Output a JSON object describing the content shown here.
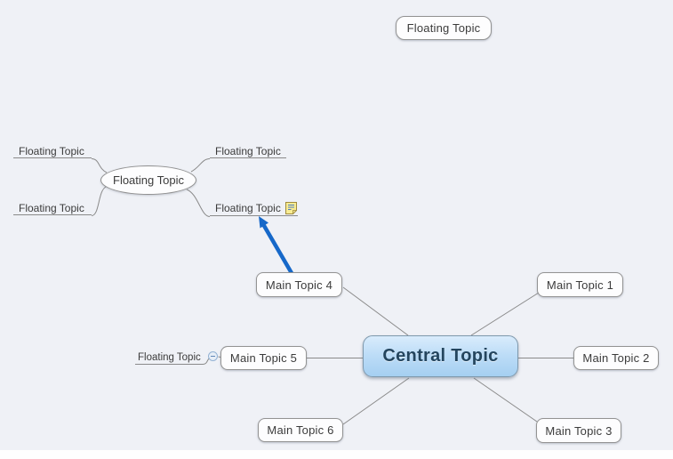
{
  "canvas": {
    "background": "#eff1f6"
  },
  "central_topic": {
    "label": "Central Topic"
  },
  "main_topics": [
    {
      "label": "Main Topic 1"
    },
    {
      "label": "Main Topic 2"
    },
    {
      "label": "Main Topic 3"
    },
    {
      "label": "Main Topic 4"
    },
    {
      "label": "Main Topic 5"
    },
    {
      "label": "Main Topic 6"
    }
  ],
  "floating_topics": {
    "top_box": {
      "label": "Floating Topic"
    },
    "ellipse_center": {
      "label": "Floating Topic"
    },
    "left_top": {
      "label": "Floating Topic"
    },
    "left_bottom": {
      "label": "Floating Topic"
    },
    "right_top": {
      "label": "Floating Topic"
    },
    "right_bottom": {
      "label": "Floating Topic",
      "icon": "note-icon"
    },
    "attached_to_main_topic_5": {
      "label": "Floating Topic"
    }
  },
  "relationship_arrow": {
    "color": "#1668c9",
    "from": "Main Topic 4",
    "to": "Floating Topic"
  },
  "collapse_toggle": {
    "icon": "minus-icon"
  },
  "colors": {
    "branch_line": "#8a8a8a",
    "topic_fill": "#fdfdfe",
    "topic_border": "#939393",
    "central_fill_top": "#d9ecfc",
    "central_fill_bottom": "#a5cff1",
    "central_text": "#24455e",
    "note_yellow": "#f8ec93"
  }
}
